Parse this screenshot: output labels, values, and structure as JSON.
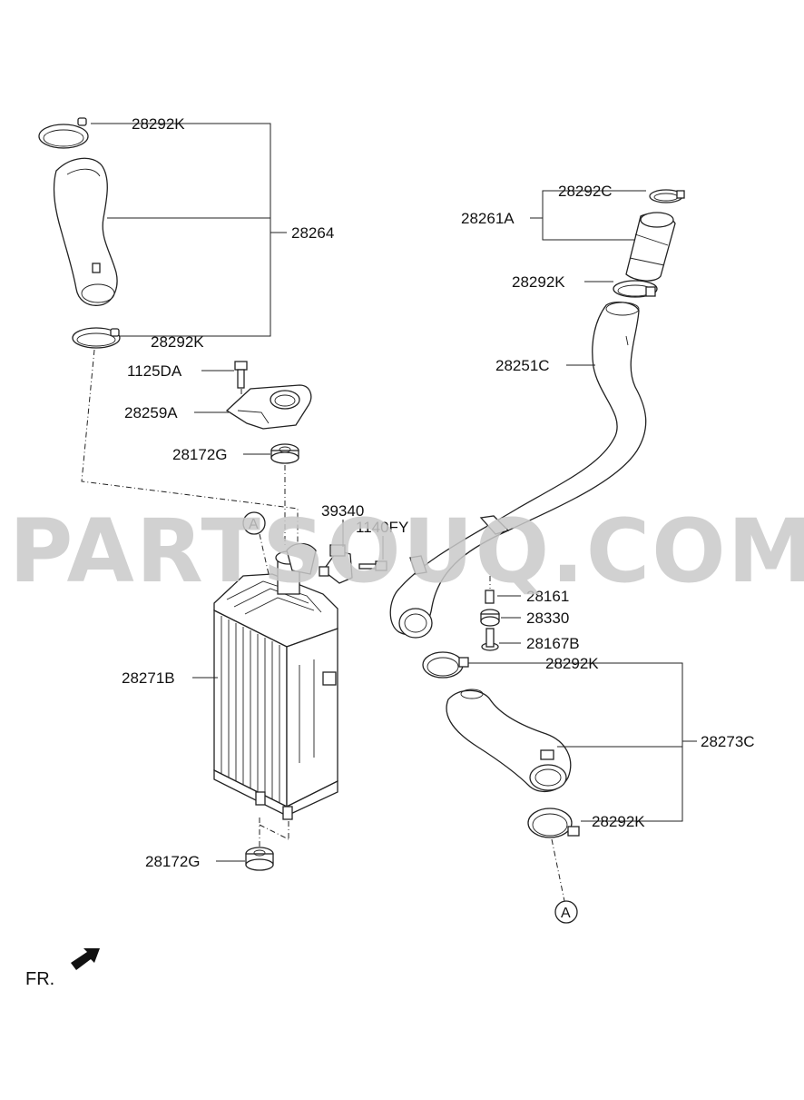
{
  "watermark": "PARTSOUQ.COM",
  "front_label": "FR.",
  "ref_marker": "A",
  "labels": {
    "p28292K_top": "28292K",
    "p28264": "28264",
    "p28292K_hose_bottom": "28292K",
    "p1125DA": "1125DA",
    "p28259A": "28259A",
    "p28172G_top": "28172G",
    "p39340": "39340",
    "p1140FY": "1140FY",
    "p28271B": "28271B",
    "p28172G_bottom": "28172G",
    "p28292C": "28292C",
    "p28261A": "28261A",
    "p28292K_right_upper": "28292K",
    "p28251C": "28251C",
    "p28161": "28161",
    "p28330": "28330",
    "p28167B": "28167B",
    "p28292K_right_mid": "28292K",
    "p28273C": "28273C",
    "p28292K_right_bottom": "28292K"
  }
}
